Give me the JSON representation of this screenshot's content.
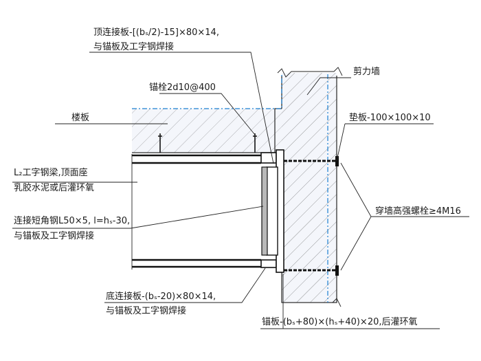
{
  "labels": {
    "top_plate_1": "顶连接板-[(bₛ/2)-15]×80×14,",
    "top_plate_2": "与锚板及工字钢焊接",
    "anchor_bolt": "锚栓2d10@400",
    "shear_wall": "剪力墙",
    "floor_slab": "楼板",
    "pad_plate": "垫板-100×100×10",
    "beam_1": "L₂工字钢梁,顶面座",
    "beam_2": "乳胶水泥或后灌环氧",
    "angle_1": "连接短角钢L50×5, l=hₛ-30,",
    "angle_2": "与锚板及工字钢焊接",
    "through_bolt": "穿墙高强螺栓≥4M16",
    "bottom_plate_1": "底连接板-(bₛ-20)×80×14,",
    "bottom_plate_2": "与锚板及工字钢焊接",
    "anchor_plate": "锚板-(bₛ+80)×(hₛ+40)×20,后灌环氧"
  },
  "colors": {
    "centerline": "#1a7fd0",
    "concrete_fill": "#f4f6fb",
    "angle_fill": "#b9b9b9",
    "line": "#222222"
  }
}
